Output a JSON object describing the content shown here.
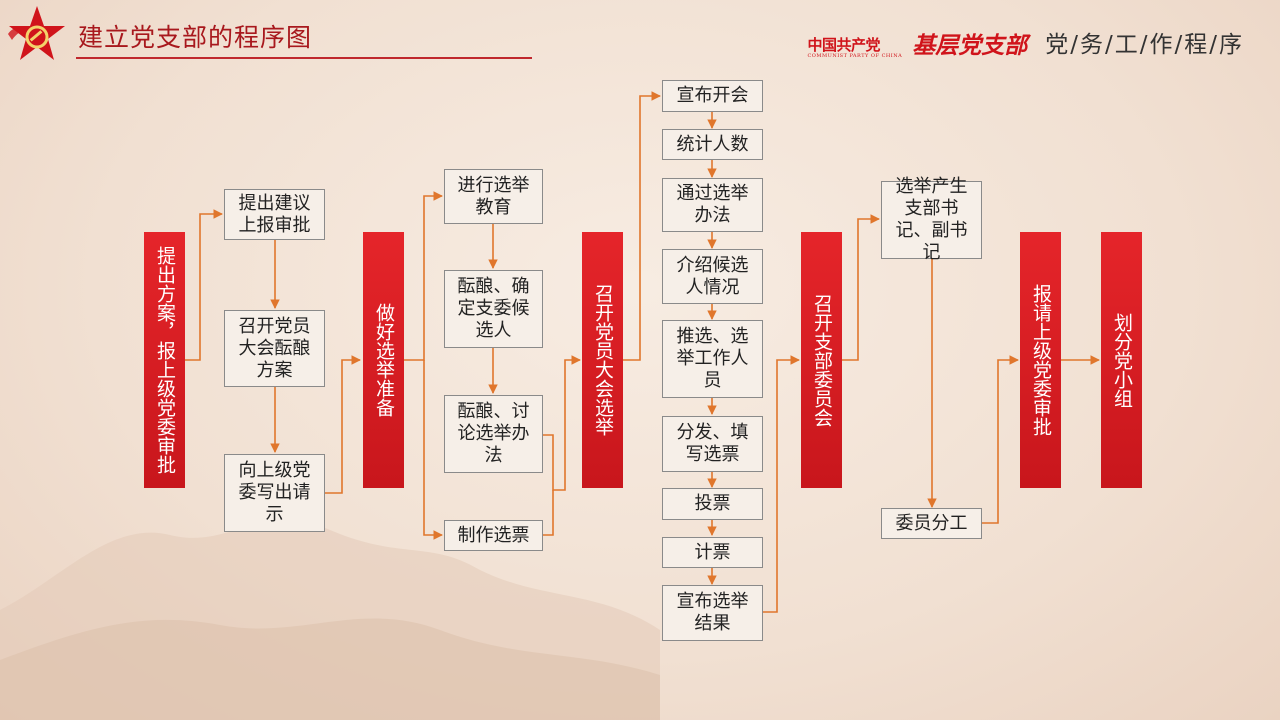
{
  "header": {
    "title": "建立党支部的程序图",
    "brand_cn": "中国共产党",
    "brand_en": "COMMUNIST PARTY OF CHINA",
    "brand_big": "基层党支部",
    "brand_proc": "党/务/工/作/程/序"
  },
  "colors": {
    "accent_red": "#d0141b",
    "arrow": "#e0762c",
    "box_border": "#8a8a8a"
  },
  "diagram": {
    "stages": [
      "提出方案，报上级党委审批",
      "做好选举准备",
      "召开党员大会选举",
      "召开支部委员会",
      "报请上级党委审批",
      "划分党小组"
    ],
    "col1": [
      "提出建议上报审批",
      "召开党员大会酝酿方案",
      "向上级党委写出请示"
    ],
    "col2": [
      "进行选举教育",
      "酝酿、确定支委候选人",
      "酝酿、讨论选举办法",
      "制作选票"
    ],
    "col3": [
      "宣布开会",
      "统计人数",
      "通过选举办法",
      "介绍候选人情况",
      "推选、选举工作人员",
      "分发、填写选票",
      "投票",
      "计票",
      "宣布选举结果"
    ],
    "col4": [
      "选举产生支部书记、副书记",
      "委员分工"
    ]
  }
}
